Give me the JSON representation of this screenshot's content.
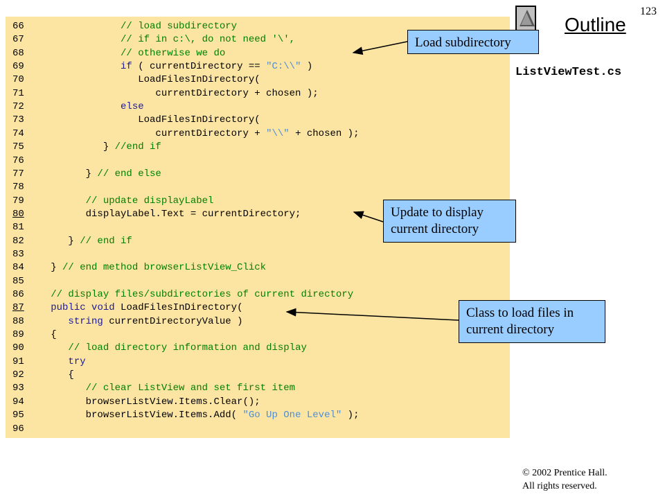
{
  "page_number": "123",
  "outline_title": "Outline",
  "file_name": "ListViewTest.cs",
  "code_lines": [
    {
      "num": "66",
      "code": "               // load subdirectory"
    },
    {
      "num": "67",
      "code": "               // if in c:\\, do not need '\\',"
    },
    {
      "num": "68",
      "code": "               // otherwise we do"
    },
    {
      "num": "69",
      "code": "               if ( currentDirectory == \"C:\\\\\" )"
    },
    {
      "num": "70",
      "code": "                  LoadFilesInDirectory("
    },
    {
      "num": "71",
      "code": "                     currentDirectory + chosen );"
    },
    {
      "num": "72",
      "code": "               else"
    },
    {
      "num": "73",
      "code": "                  LoadFilesInDirectory("
    },
    {
      "num": "74",
      "code": "                     currentDirectory + \"\\\\\" + chosen );"
    },
    {
      "num": "75",
      "code": "            } //end if"
    },
    {
      "num": "76",
      "code": ""
    },
    {
      "num": "77",
      "code": "         } // end else"
    },
    {
      "num": "78",
      "code": ""
    },
    {
      "num": "79",
      "code": "         // update displayLabel"
    },
    {
      "num": "80",
      "code": "         displayLabel.Text = currentDirectory;"
    },
    {
      "num": "81",
      "code": ""
    },
    {
      "num": "82",
      "code": "      } // end if"
    },
    {
      "num": "83",
      "code": ""
    },
    {
      "num": "84",
      "code": "   } // end method browserListView_Click"
    },
    {
      "num": "85",
      "code": ""
    },
    {
      "num": "86",
      "code": "   // display files/subdirectories of current directory"
    },
    {
      "num": "87",
      "code": "   public void LoadFilesInDirectory("
    },
    {
      "num": "88",
      "code": "      string currentDirectoryValue )"
    },
    {
      "num": "89",
      "code": "   {"
    },
    {
      "num": "90",
      "code": "      // load directory information and display"
    },
    {
      "num": "91",
      "code": "      try"
    },
    {
      "num": "92",
      "code": "      {"
    },
    {
      "num": "93",
      "code": "         // clear ListView and set first item"
    },
    {
      "num": "94",
      "code": "         browserListView.Items.Clear();"
    },
    {
      "num": "95",
      "code": "         browserListView.Items.Add( \"Go Up One Level\" );"
    },
    {
      "num": "96",
      "code": ""
    }
  ],
  "underlined_line_numbers": [
    "80",
    "87"
  ],
  "callouts": {
    "load_subdirectory": [
      "Load subdirectory"
    ],
    "update_display": [
      "Update to display",
      "current directory"
    ],
    "class_to_load": [
      "Class to load files in",
      "current directory"
    ]
  },
  "footer": {
    "copyright": "© 2002 Prentice Hall.",
    "rights": "All rights reserved."
  },
  "colors": {
    "code_background": "#fce4a2",
    "callout_background": "#99ccff",
    "comment": "#008000",
    "keyword": "#1a1a9a",
    "string": "#4d8fd6"
  }
}
